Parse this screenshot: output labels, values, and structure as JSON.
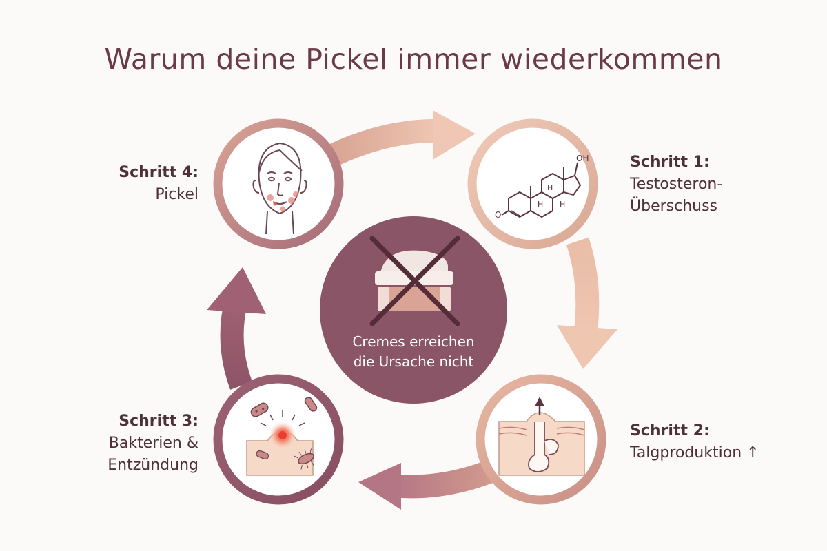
{
  "title": "Warum deine Pickel immer wiederkommen",
  "steps": [
    {
      "id": 1,
      "heading": "Schritt 1:",
      "lines": [
        "Testosteron-",
        "Überschuss"
      ],
      "icon": "testosterone-molecule-icon"
    },
    {
      "id": 2,
      "heading": "Schritt 2:",
      "lines": [
        "Talgproduktion ↑"
      ],
      "icon": "sebaceous-gland-icon"
    },
    {
      "id": 3,
      "heading": "Schritt 3:",
      "lines": [
        "Bakterien &",
        "Entzündung"
      ],
      "icon": "bacteria-inflammation-icon"
    },
    {
      "id": 4,
      "heading": "Schritt 4:",
      "lines": [
        "Pickel"
      ],
      "icon": "face-with-pimples-icon"
    }
  ],
  "center": {
    "text_lines": [
      "Cremes erreichen",
      "die Ursache nicht"
    ],
    "icon": "crossed-out-cream-jar-icon"
  },
  "molecule_labels": {
    "oh": "OH",
    "o": "O",
    "h": "H"
  },
  "colors": {
    "title": "#6b3a49",
    "text": "#4e3038",
    "ring_light": "#e2b8a3",
    "ring_dark": "#8e5468",
    "center_circle": "#8a5567",
    "skin": "#f6d9c6",
    "inflammation": "#e26a5c"
  }
}
